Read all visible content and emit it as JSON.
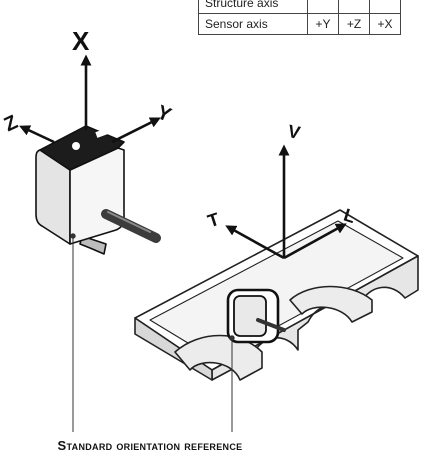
{
  "table": {
    "rows": [
      {
        "label": "Structure axis",
        "values": [
          "",
          "",
          ""
        ]
      },
      {
        "label": "Sensor axis",
        "values": [
          "+Y",
          "+Z",
          "+X"
        ]
      }
    ]
  },
  "sensor_axes": {
    "x": "X",
    "y": "Y",
    "z": "Z"
  },
  "structure_axes": {
    "v": "V",
    "t": "T",
    "l": "L"
  },
  "caption": "Standard orientation reference",
  "colors": {
    "ink": "#111111",
    "sensor_top": "#1a1a1a",
    "sensor_body": "#f2f2f2",
    "bridge_light": "#ffffff",
    "bridge_shade": "#e3e3e3",
    "antenna": "#444444"
  }
}
